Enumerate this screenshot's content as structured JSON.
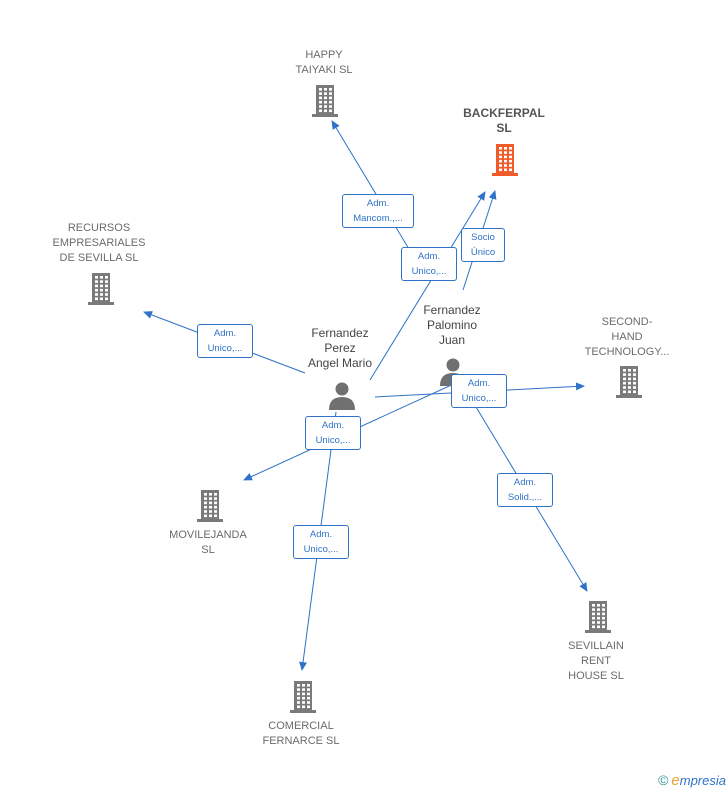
{
  "colors": {
    "edge": "#2f72c7",
    "building": "#7a7a7a",
    "building_highlight": "#f15a29",
    "person": "#707070"
  },
  "nodes": [
    {
      "id": "happy",
      "kind": "company",
      "label": "HAPPY\nTAIYAKI  SL",
      "icon": "building-icon"
    },
    {
      "id": "backferpal",
      "kind": "company-highlight",
      "label": "BACKFERPAL\nSL",
      "icon": "building-icon"
    },
    {
      "id": "recursos",
      "kind": "company",
      "label": "RECURSOS\nEMPRESARIALES\nDE SEVILLA  SL",
      "icon": "building-icon"
    },
    {
      "id": "second",
      "kind": "company",
      "label": "SECOND-\nHAND\nTECHNOLOGY...",
      "icon": "building-icon"
    },
    {
      "id": "fperez",
      "kind": "person",
      "label": "Fernandez\nPerez\nAngel Mario",
      "icon": "person-icon"
    },
    {
      "id": "fpalomino",
      "kind": "person",
      "label": "Fernandez\nPalomino\nJuan",
      "icon": "person-icon"
    },
    {
      "id": "movilejanda",
      "kind": "company",
      "label": "MOVILEJANDA\nSL",
      "icon": "building-icon"
    },
    {
      "id": "sevillain",
      "kind": "company",
      "label": "SEVILLAIN\nRENT\nHOUSE  SL",
      "icon": "building-icon"
    },
    {
      "id": "comercial",
      "kind": "company",
      "label": "COMERCIAL\nFERNARCE  SL",
      "icon": "building-icon"
    }
  ],
  "edges": [
    {
      "from": "fpalomino",
      "to": "happy",
      "label": "Adm.\nMancom.,..."
    },
    {
      "from": "fperez",
      "to": "backferpal",
      "label": "Adm.\nUnico,..."
    },
    {
      "from": "fpalomino",
      "to": "backferpal",
      "label": "Socio\nÚnico"
    },
    {
      "from": "fperez",
      "to": "recursos",
      "label": "Adm.\nUnico,..."
    },
    {
      "from": "fpalomino",
      "to": "second",
      "label": "Adm.\nUnico,..."
    },
    {
      "from": "fpalomino",
      "to": "movilejanda",
      "label": "Adm.\nUnico,..."
    },
    {
      "from": "fpalomino",
      "to": "sevillain",
      "label": "Adm.\nSolid.,..."
    },
    {
      "from": "fperez",
      "to": "comercial",
      "label": "Adm.\nUnico,..."
    }
  ],
  "footer": {
    "copyright": "©",
    "brand_e": "e",
    "brand_rest": "mpresia"
  }
}
